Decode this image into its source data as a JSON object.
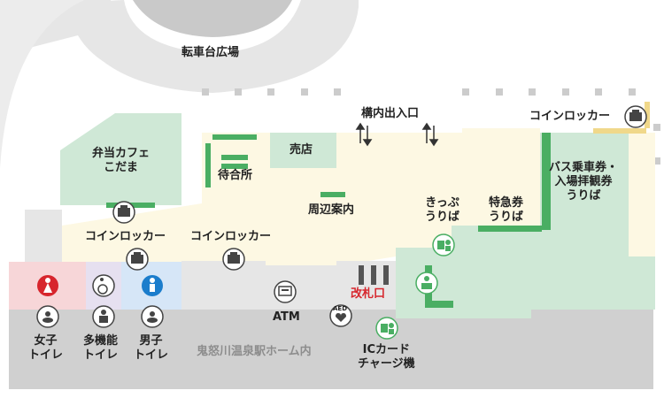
{
  "map": {
    "colors": {
      "green_area": "#cfe8d6",
      "green_border": "#4aae63",
      "yellow_area": "#fdf8e3",
      "gray_platform": "#d0d0d0",
      "gray_area": "#e6e6e6",
      "womens_toilet": "#f7d6d8",
      "mens_toilet": "#d6e6f7",
      "multi_toilet": "#e6e0f0",
      "red_accent": "#d7262d",
      "blue_accent": "#1b7dcc",
      "dark_icon": "#444444"
    },
    "labels": {
      "rotary_plaza": "転車台広場",
      "entrance": "構内出入口",
      "coin_locker_top_right": "コインロッカー",
      "bento_cafe_line1": "弁当カフェ",
      "bento_cafe_line2": "こだま",
      "kiosk": "売店",
      "waiting_room": "待合所",
      "area_guide": "周辺案内",
      "ticket_sales_line1": "きっぷ",
      "ticket_sales_line2": "うりば",
      "express_ticket_line1": "特急券",
      "express_ticket_line2": "うりば",
      "bus_ticket_line1": "バス乗車券・",
      "bus_ticket_line2": "入場拝観券",
      "bus_ticket_line3": "うりば",
      "coin_locker_left": "コインロッカー",
      "coin_locker_center": "コインロッカー",
      "ticket_gate": "改札口",
      "atm": "ATM",
      "aed": "AED",
      "ic_charge_line1": "ICカード",
      "ic_charge_line2": "チャージ機",
      "womens_toilet_line1": "女子",
      "womens_toilet_line2": "トイレ",
      "multi_toilet_line1": "多機能",
      "multi_toilet_line2": "トイレ",
      "mens_toilet_line1": "男子",
      "mens_toilet_line2": "トイレ",
      "platform": "鬼怒川温泉駅ホーム内"
    },
    "icons": [
      "coin-locker-icon",
      "womens-toilet-icon",
      "mens-toilet-icon",
      "wheelchair-icon",
      "baby-care-icon",
      "ostomate-icon",
      "atm-icon",
      "aed-icon",
      "ticket-machine-icon",
      "ticket-counter-icon",
      "ic-charge-icon",
      "up-down-arrow-icon"
    ]
  }
}
